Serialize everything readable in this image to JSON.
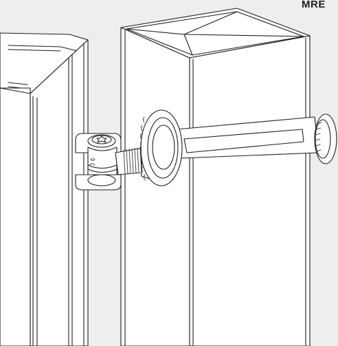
{
  "header": {
    "corner_label": "MRE"
  },
  "colors": {
    "background": "#eceef0",
    "line": "#1d1d1b",
    "fill": "#ffffff"
  },
  "illustration": {
    "icons": [
      "gate-frame",
      "square-post",
      "post-cap",
      "hinge-bracket",
      "threaded-bolt",
      "lock-nut",
      "open-end-wrench"
    ]
  }
}
